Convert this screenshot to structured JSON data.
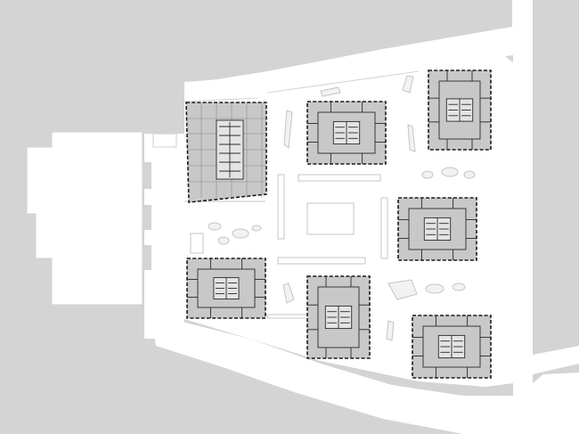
{
  "diagram": {
    "kind": "site-plan",
    "colors": {
      "ground": "#d4d4d4",
      "street": "#ffffff",
      "building_fill": "#c8c8c8",
      "building_outline": "#1a1a1a",
      "landscape_line": "#c4c4c4"
    },
    "buildings": [
      {
        "id": "tower-north-west",
        "floor_plan": "office-grid"
      },
      {
        "id": "tower-north-center",
        "floor_plan": "residential"
      },
      {
        "id": "tower-north-east",
        "floor_plan": "residential"
      },
      {
        "id": "tower-east",
        "floor_plan": "residential"
      },
      {
        "id": "tower-west",
        "floor_plan": "residential"
      },
      {
        "id": "tower-south-center",
        "floor_plan": "residential"
      },
      {
        "id": "tower-south-east",
        "floor_plan": "residential"
      }
    ]
  }
}
